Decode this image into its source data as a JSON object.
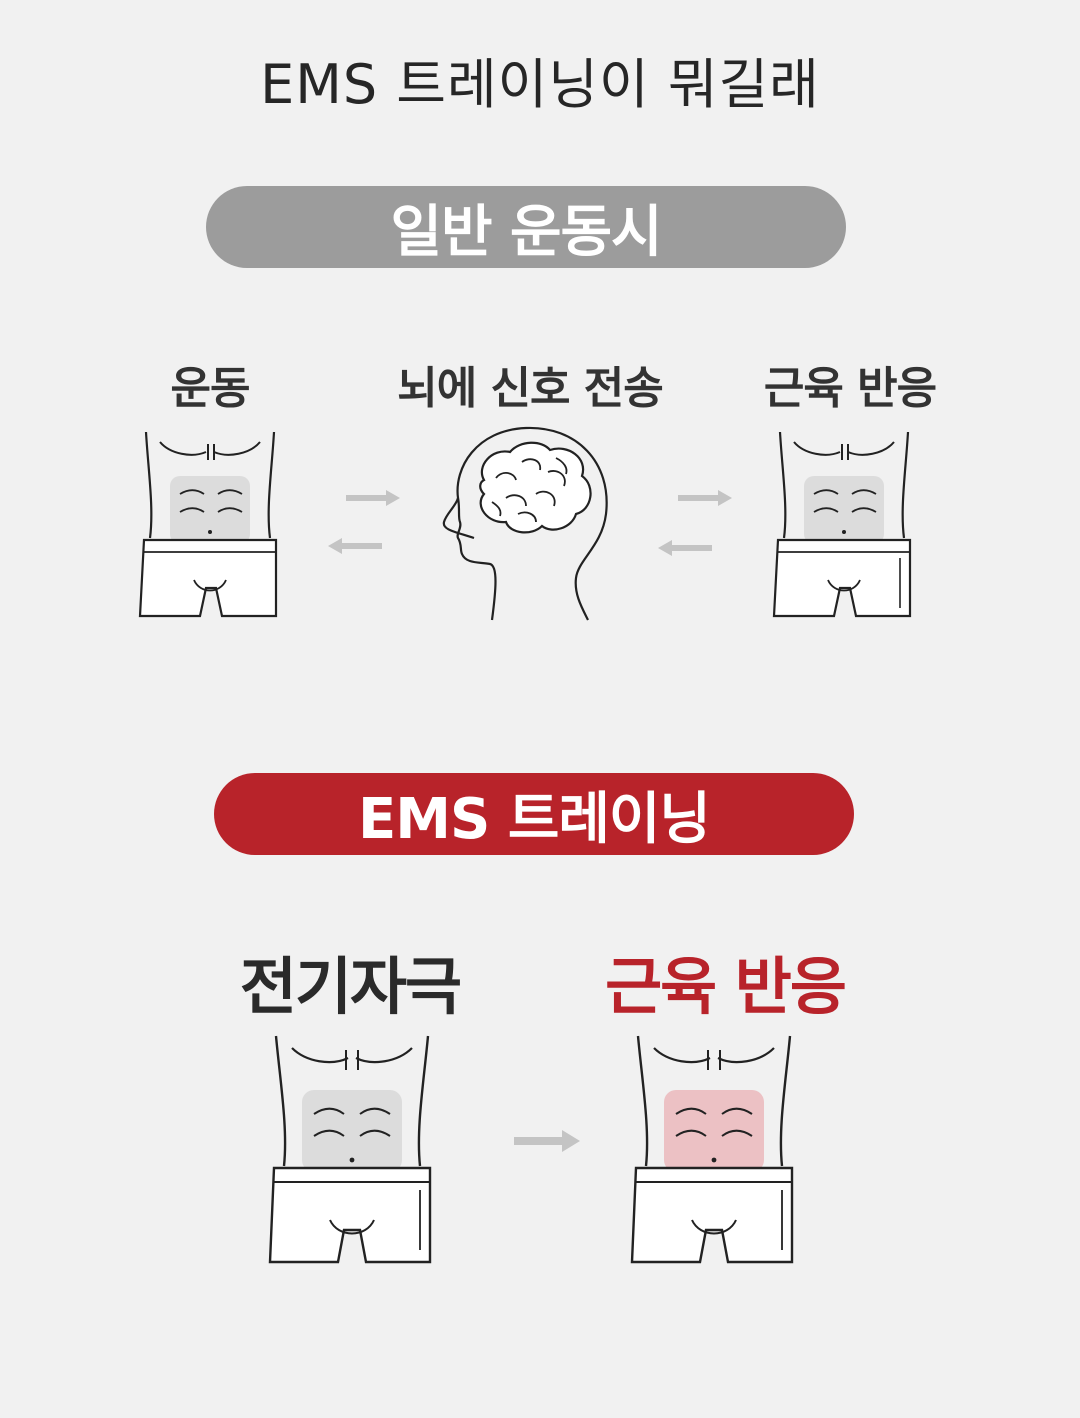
{
  "title": "EMS 트레이닝이 뭐길래",
  "normal_section": {
    "pill_label": "일반 운동시",
    "labels": {
      "exercise": "운동",
      "brain_signal": "뇌에 신호 전송",
      "muscle_response": "근육 반응"
    }
  },
  "ems_section": {
    "pill_label": "EMS 트레이닝",
    "labels": {
      "stimulus": "전기자극",
      "muscle_response": "근육 반응"
    }
  },
  "colors": {
    "background": "#f1f1f1",
    "pill_gray": "#9c9c9c",
    "pill_red": "#b8232a",
    "accent_red": "#b8232a",
    "abs_gray": "#dcdcdc",
    "abs_pink": "#ecc1c4",
    "arrow_gray": "#c4c4c4"
  },
  "icons": [
    "torso-icon",
    "brain-head-icon",
    "arrow-right-icon",
    "arrow-left-icon"
  ]
}
